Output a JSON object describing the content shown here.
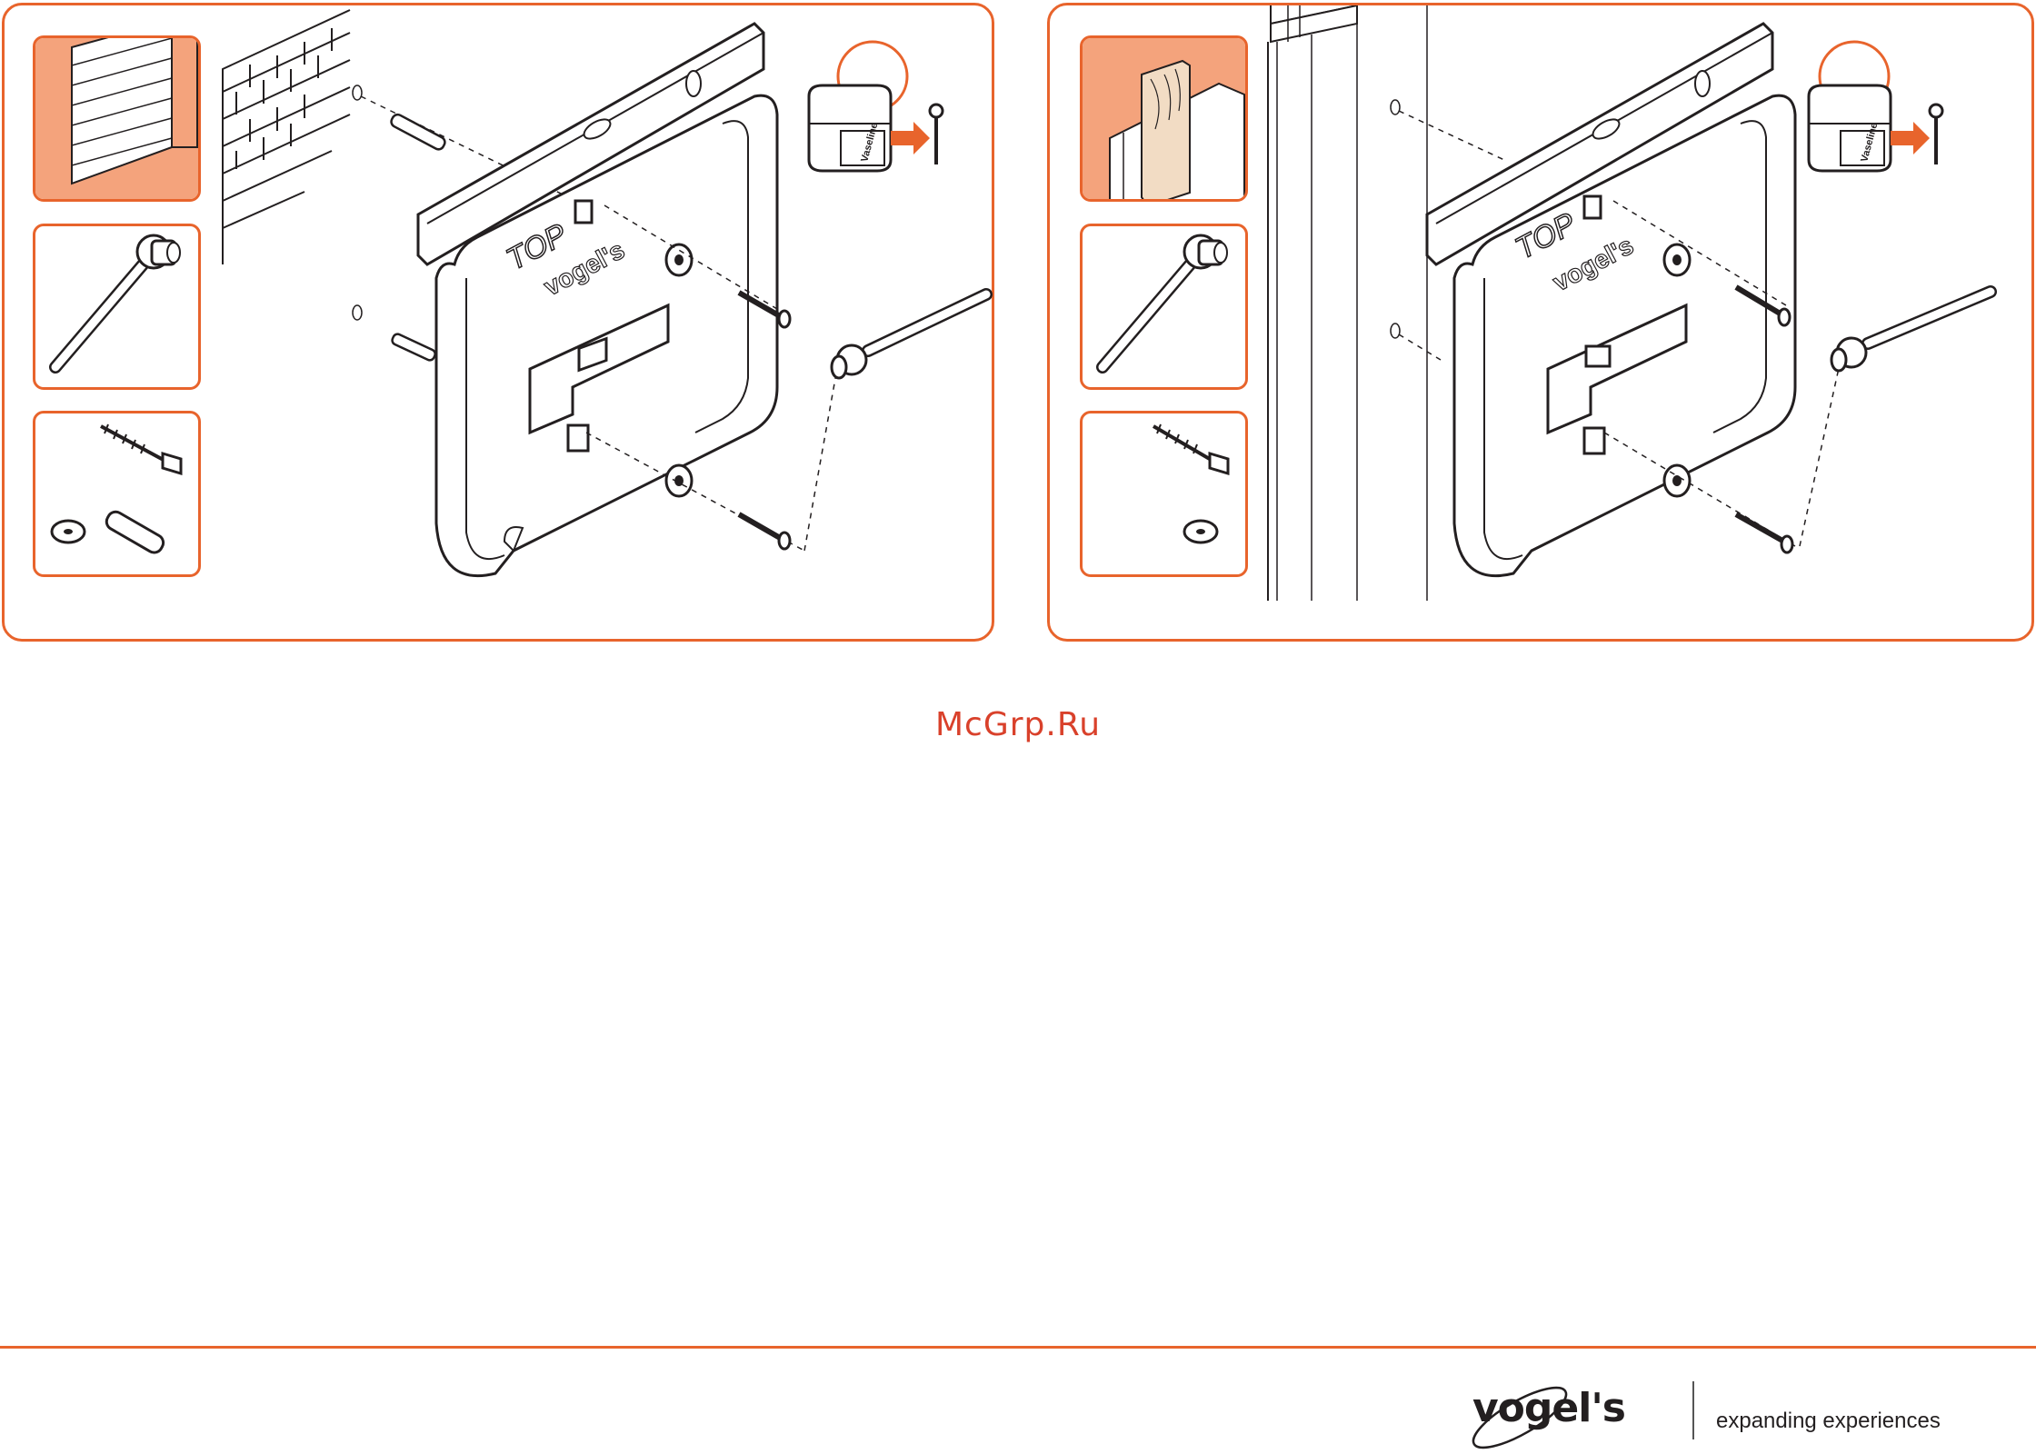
{
  "left_panel": {
    "plate_top_label": "TOP",
    "plate_logo": "vogel's",
    "jar_label": "Vaseline",
    "thumbnails": [
      "brick-wall-icon",
      "ratchet-wrench-icon",
      "screw-washer-plug-icon"
    ]
  },
  "right_panel": {
    "plate_top_label": "TOP",
    "plate_logo": "vogel's",
    "jar_label": "Vaseline",
    "thumbnails": [
      "wooden-stud-wall-icon",
      "ratchet-wrench-icon",
      "screw-washer-icon"
    ]
  },
  "watermark": "McGrp.Ru",
  "footer": {
    "brand_name": "vogel's",
    "tagline": "expanding experiences"
  },
  "colors": {
    "accent": "#e8642c",
    "thumb_fill": "#f4a37c",
    "watermark": "#d9412b",
    "ink": "#231f20"
  }
}
